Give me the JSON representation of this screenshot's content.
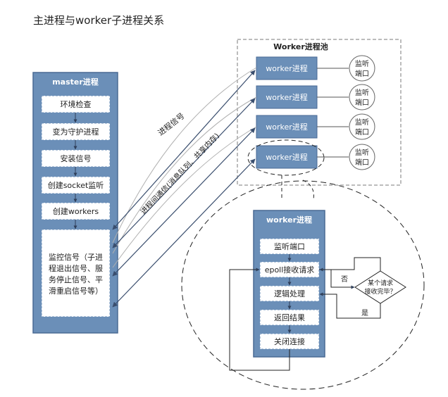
{
  "page_title": "主进程与worker子进程关系",
  "master": {
    "title": "master进程",
    "steps": [
      "环境检查",
      "变为守护进程",
      "安装信号",
      "创建socket监听",
      "创建workers"
    ],
    "monitor_lines": [
      "监控信号（子进",
      "程退出信号、服",
      "务停止信号、平",
      "滑重启信号等）"
    ]
  },
  "pool": {
    "title": "Worker进程池",
    "workers": [
      "worker进程",
      "worker进程",
      "worker进程",
      "worker进程"
    ],
    "port_lines": [
      "监听",
      "端口"
    ]
  },
  "links": {
    "signal_label": "进程信号",
    "ipc_label": "进程间通信(消息队列、共享内存)"
  },
  "detail": {
    "title": "worker进程",
    "steps": [
      "监听端口",
      "epoll接收请求",
      "逻辑处理",
      "返回结果",
      "关闭连接"
    ],
    "decision_lines": [
      "某个请求",
      "接收完毕？"
    ],
    "no_label": "否",
    "yes_label": "是"
  },
  "colors": {
    "panel": "#6b8fb8",
    "panel_dark": "#4a6a94",
    "box": "#ffffff",
    "line": "#3a4e6e",
    "text": "#222222"
  }
}
